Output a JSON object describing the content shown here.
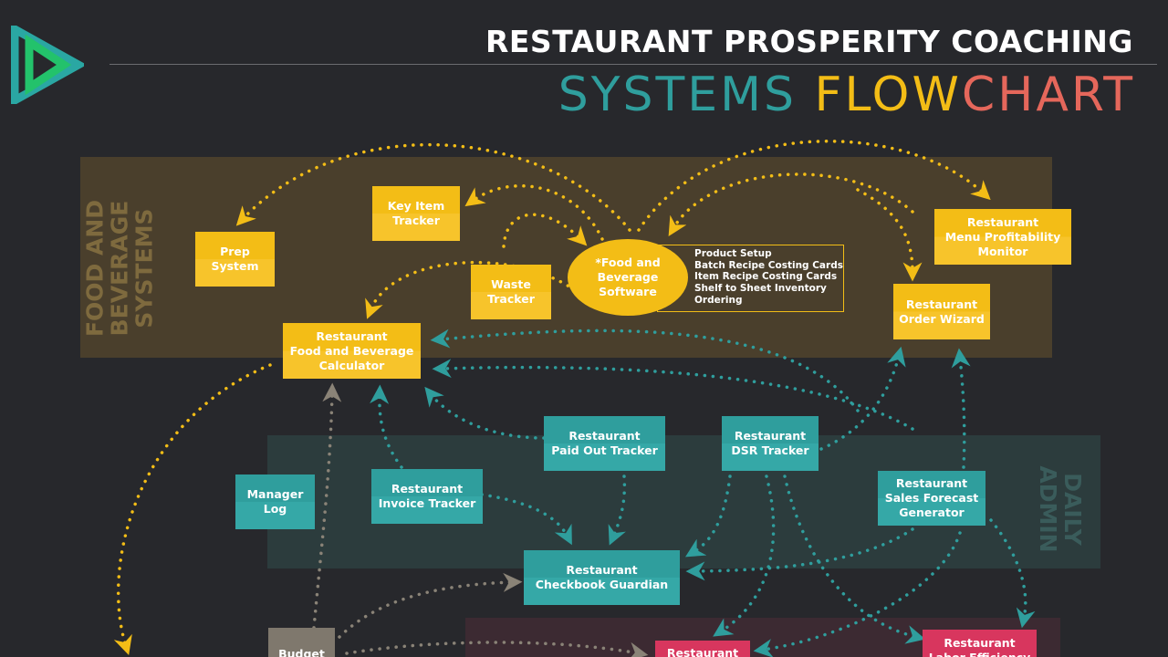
{
  "header": {
    "title": "RESTAURANT PROSPERITY COACHING",
    "subtitle_parts": [
      {
        "text": "SYSTEMS ",
        "color": "#2f9e9d"
      },
      {
        "text": "FLOW",
        "color": "#f3bd16"
      },
      {
        "text": "CHART",
        "color": "#e5675b"
      }
    ]
  },
  "regions": {
    "food_beverage": "FOOD AND\nBEVERAGE\nSYSTEMS",
    "daily_admin": "DAILY\nADMIN"
  },
  "nodes": {
    "prep": "Prep\nSystem",
    "key_item": "Key Item\nTracker",
    "waste": "Waste\nTracker",
    "fb_software": "*Food and\nBeverage\nSoftware",
    "menu_profit": "Restaurant\nMenu Profitability\nMonitor",
    "order_wizard": "Restaurant\nOrder Wizard",
    "fb_calculator": "Restaurant\nFood and Beverage\nCalculator",
    "paid_out": "Restaurant\nPaid Out Tracker",
    "dsr": "Restaurant\nDSR Tracker",
    "manager_log": "Manager\nLog",
    "invoice": "Restaurant\nInvoice Tracker",
    "sales_forecast": "Restaurant\nSales Forecast\nGenerator",
    "checkbook": "Restaurant\nCheckbook Guardian",
    "budget": "Budget",
    "restaurant_bottom": "Restaurant",
    "labor_efficiency": "Restaurant\nLabor Efficiency"
  },
  "software_features": [
    "Product Setup",
    "Batch Recipe Costing Cards",
    "Item Recipe Costing Cards",
    "Shelf to Sheet Inventory",
    "Ordering"
  ],
  "colors": {
    "yellow": "#f3bd16",
    "teal": "#2f9e9d",
    "crimson": "#d8365e",
    "taupe": "#7f786d",
    "coral": "#e5675b"
  }
}
